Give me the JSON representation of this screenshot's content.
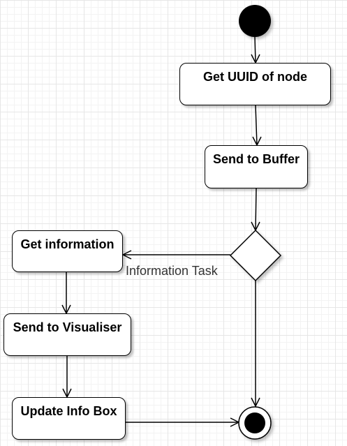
{
  "diagram": {
    "nodes": {
      "get_uuid": "Get UUID of node",
      "send_buffer": "Send to Buffer",
      "get_info": "Get information",
      "send_visualiser": "Send to Visualiser",
      "update_info_box": "Update Info Box"
    },
    "edges": {
      "information_task": "Information Task"
    },
    "colors": {
      "stroke": "#000000",
      "fill": "#ffffff",
      "grid": "#e6e6e6",
      "edge_label": "#333333"
    }
  }
}
